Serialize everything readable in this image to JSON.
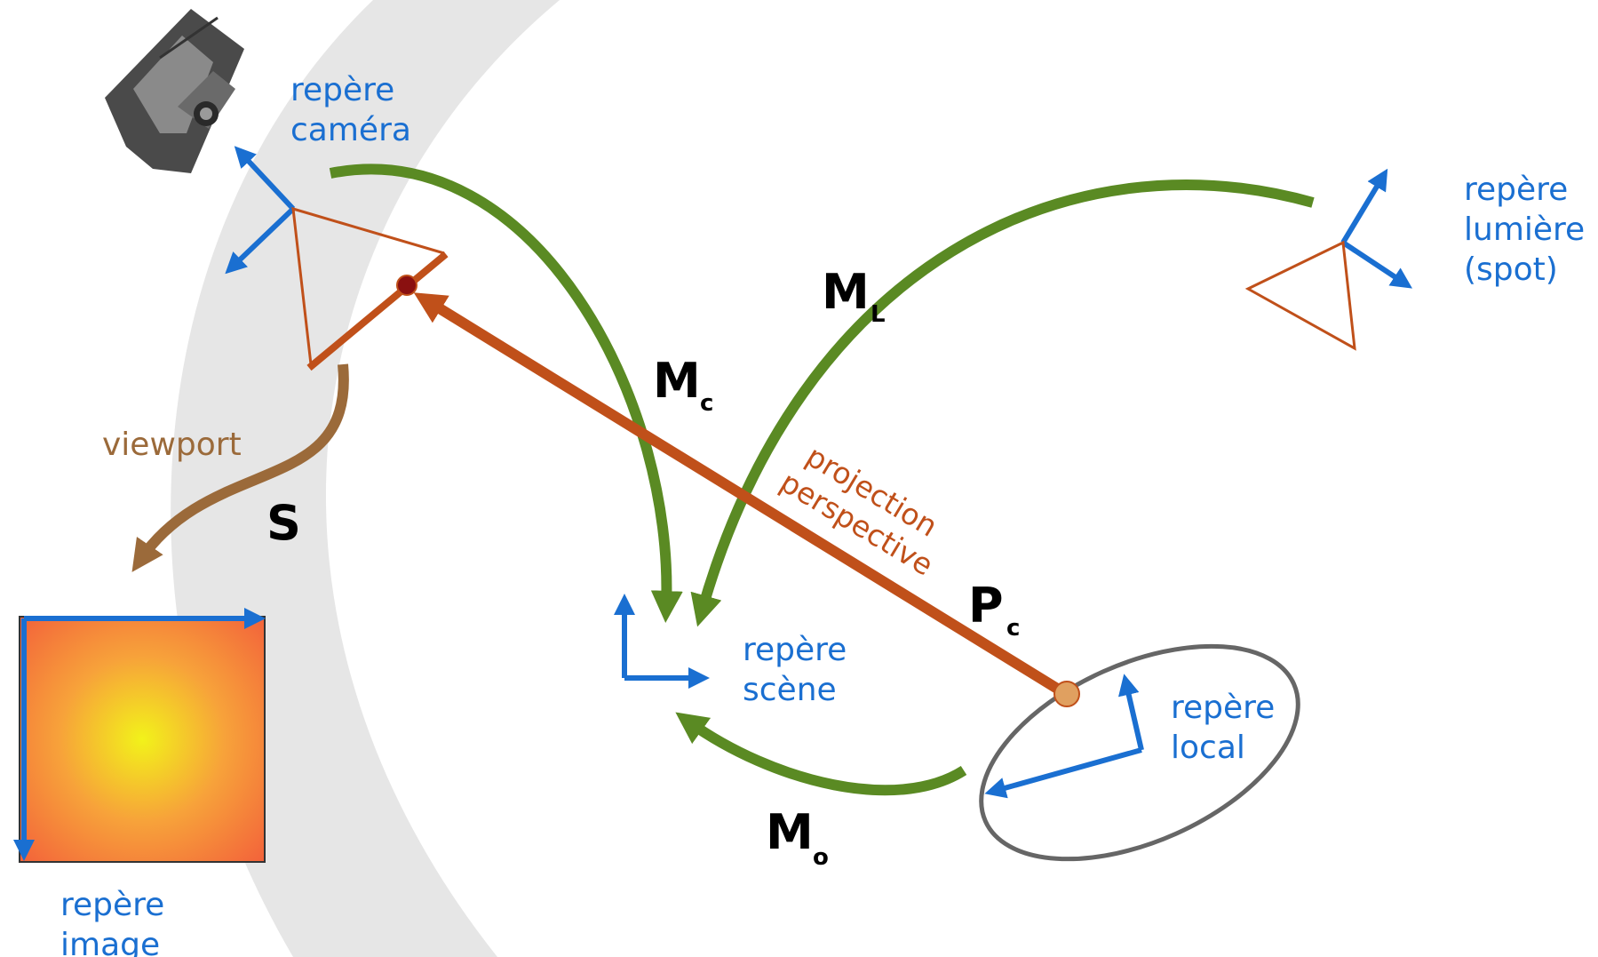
{
  "labels": {
    "camera_frame": [
      "repère",
      "caméra"
    ],
    "light_frame": [
      "repère",
      "lumière",
      "(spot)"
    ],
    "scene_frame": [
      "repère",
      "scène"
    ],
    "local_frame": [
      "repère",
      "local"
    ],
    "image_frame": [
      "repère",
      "image"
    ],
    "viewport": "viewport",
    "projection": [
      "projection",
      "perspective"
    ]
  },
  "transforms": {
    "S": "S",
    "Mc": {
      "main": "M",
      "sub": "c"
    },
    "ML": {
      "main": "M",
      "sub": "L"
    },
    "Mo": {
      "main": "M",
      "sub": "o"
    },
    "Pc": {
      "main": "P",
      "sub": "c"
    }
  },
  "colors": {
    "frame_axes": "#1a6fd1",
    "transform_arrows": "#5a8a23",
    "projection": "#c0501a",
    "viewport": "#9b6a3a",
    "arc_background": "#e6e6e6",
    "ellipse": "#666666"
  },
  "icons": {
    "camera": "camera-photo-icon"
  }
}
